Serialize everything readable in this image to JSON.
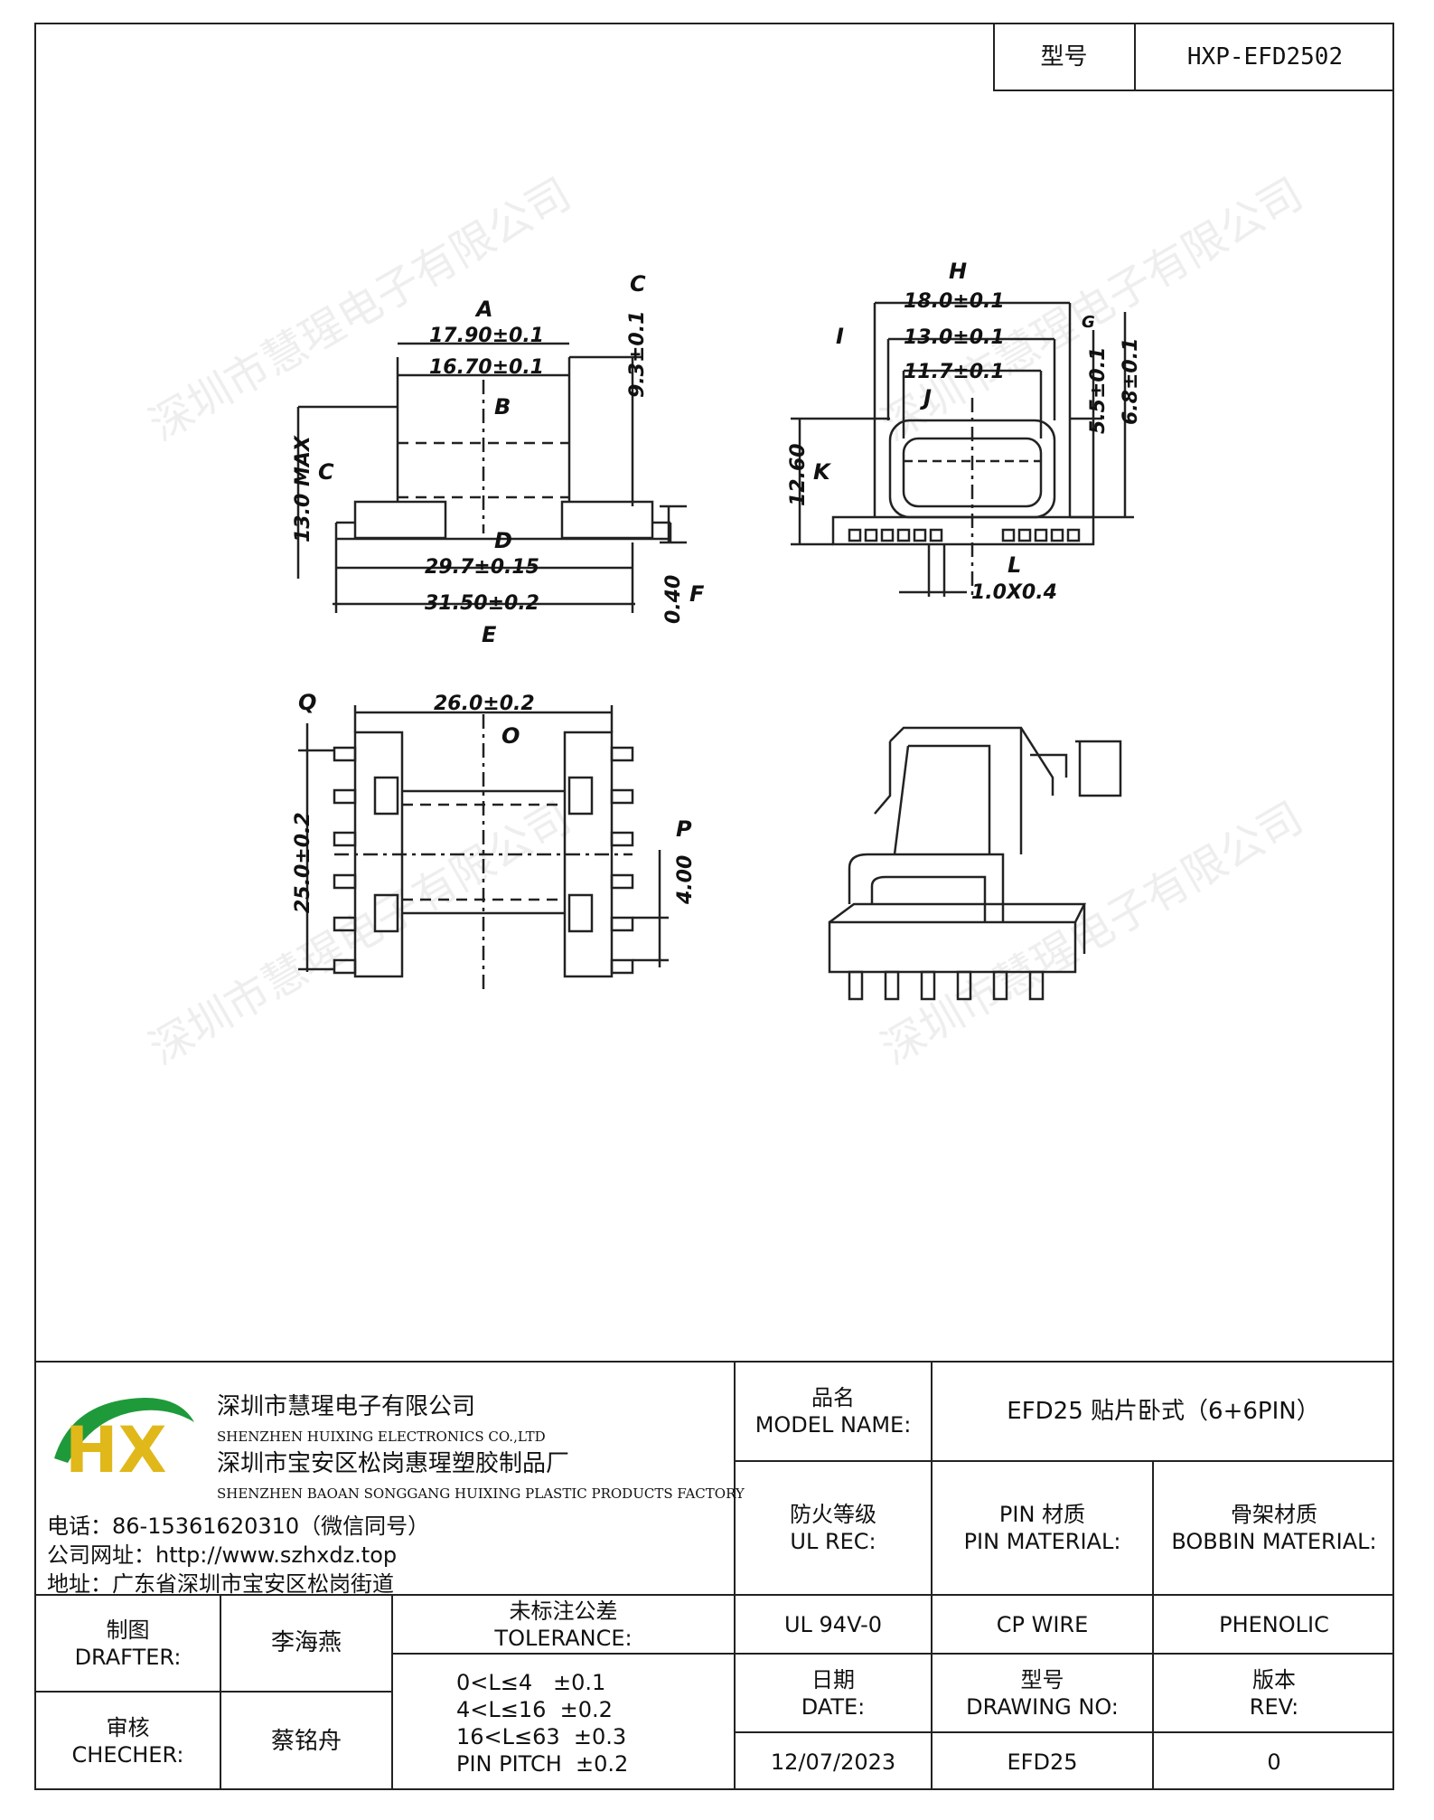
{
  "header": {
    "model_label": "型号",
    "model_value": "HXP-EFD2502"
  },
  "watermark": "深圳市慧瑆电子有限公司",
  "drawing": {
    "front": {
      "A": "A",
      "B": "B",
      "C": "C",
      "D": "D",
      "E": "E",
      "F": "F",
      "dim_a": "17.90±0.1",
      "dim_b": "16.70±0.1",
      "dim_c_height": "9.3±0.1",
      "dim_max": "13.0 MAX",
      "dim_d": "29.7±0.15",
      "dim_e": "31.50±0.2",
      "dim_f": "0.40"
    },
    "side": {
      "H": "H",
      "I": "I",
      "J": "J",
      "K": "K",
      "L": "L",
      "G": "G",
      "dim_h": "18.0±0.1",
      "dim_i": "13.0±0.1",
      "dim_j": "11.7±0.1",
      "dim_g1": "5.5±0.1",
      "dim_g2": "6.8±0.1",
      "dim_k": "12.60",
      "dim_l": "1.0X0.4"
    },
    "top": {
      "Q": "Q",
      "O": "O",
      "P": "P",
      "dim_o": "26.0±0.2",
      "dim_q": "25.0±0.2",
      "dim_p": "4.00"
    }
  },
  "company": {
    "name_cn": "深圳市慧瑆电子有限公司",
    "name_en": "SHENZHEN HUIXING ELECTRONICS CO.,LTD",
    "factory_cn": "深圳市宝安区松岗惠瑆塑胶制品厂",
    "factory_en": "SHENZHEN BAOAN SONGGANG HUIXING PLASTIC PRODUCTS FACTORY",
    "phone": "电话：86-15361620310（微信同号）",
    "website": "公司网址：http://www.szhxdz.top",
    "address": "地址：广东省深圳市宝安区松岗街道",
    "logo_text": "HX",
    "logo_colors": {
      "green": "#1f9a3a",
      "yellow": "#e0b81a"
    }
  },
  "title_block": {
    "model_name_cn": "品名",
    "model_name_en": "MODEL NAME:",
    "model_name_value": "EFD25 贴片卧式（6+6PIN）",
    "ul_cn": "防火等级",
    "ul_en": "UL REC:",
    "pin_cn": "PIN 材质",
    "pin_en": "PIN MATERIAL:",
    "bobbin_cn": "骨架材质",
    "bobbin_en": "BOBBIN MATERIAL:",
    "drafter_cn": "制图",
    "drafter_en": "DRAFTER:",
    "drafter_value": "李海燕",
    "checker_cn": "审核",
    "checker_en": "CHECHER:",
    "checker_value": "蔡铭舟",
    "tolerance_cn": "未标注公差",
    "tolerance_en": "TOLERANCE:",
    "tolerance_lines": [
      "0<L≤4   ±0.1",
      "4<L≤16  ±0.2",
      "16<L≤63  ±0.3",
      "PIN PITCH  ±0.2"
    ],
    "ul_value": "UL 94V-0",
    "pin_value": "CP WIRE",
    "bobbin_value": "PHENOLIC",
    "date_cn": "日期",
    "date_en": "DATE:",
    "date_value": "12/07/2023",
    "drawing_no_cn": "型号",
    "drawing_no_en": "DRAWING NO:",
    "drawing_no_value": "EFD25",
    "rev_cn": "版本",
    "rev_en": "REV:",
    "rev_value": "0"
  }
}
